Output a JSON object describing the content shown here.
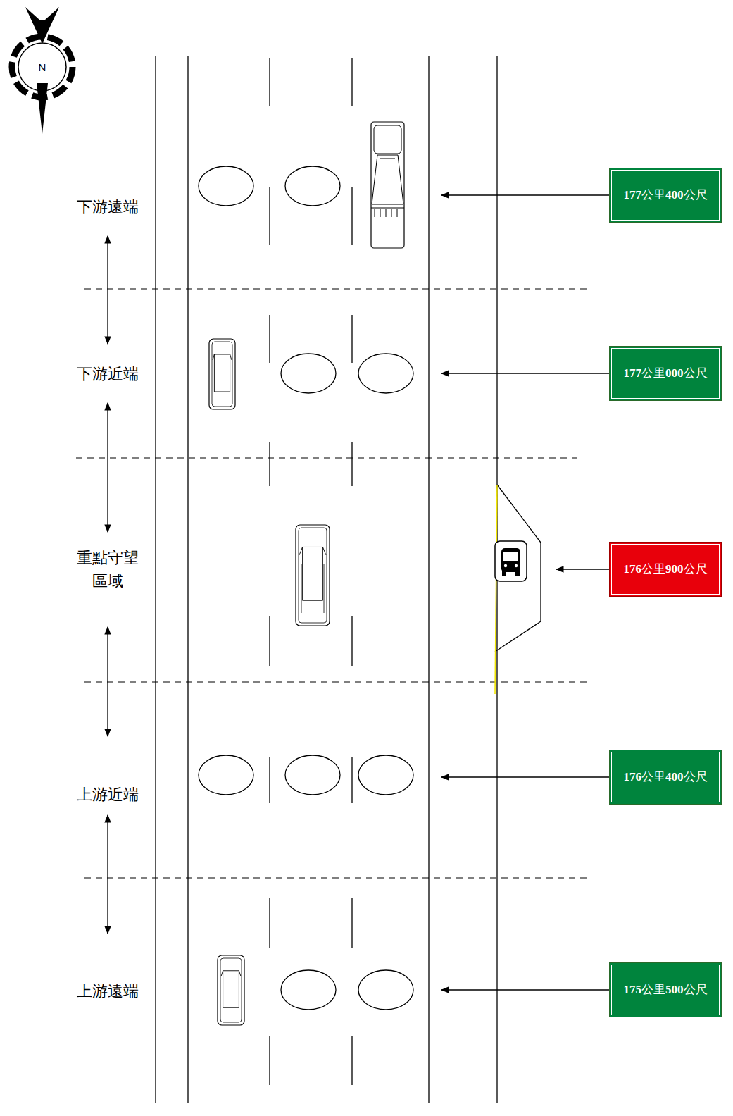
{
  "diagram": {
    "nodes": [
      {
        "text": [
          "177公里400公尺"
        ]
      },
      {
        "text": [
          "177公里000公尺"
        ]
      },
      {
        "text": [
          "176公里900公尺"
        ]
      },
      {
        "text": [
          "176公里400公尺"
        ]
      },
      {
        "text": [
          "175公里500公尺"
        ]
      }
    ],
    "labels": [
      "N",
      "下游遠端",
      "下游近端",
      "重點守望 區域",
      "上游近端",
      "上游遠端"
    ]
  }
}
